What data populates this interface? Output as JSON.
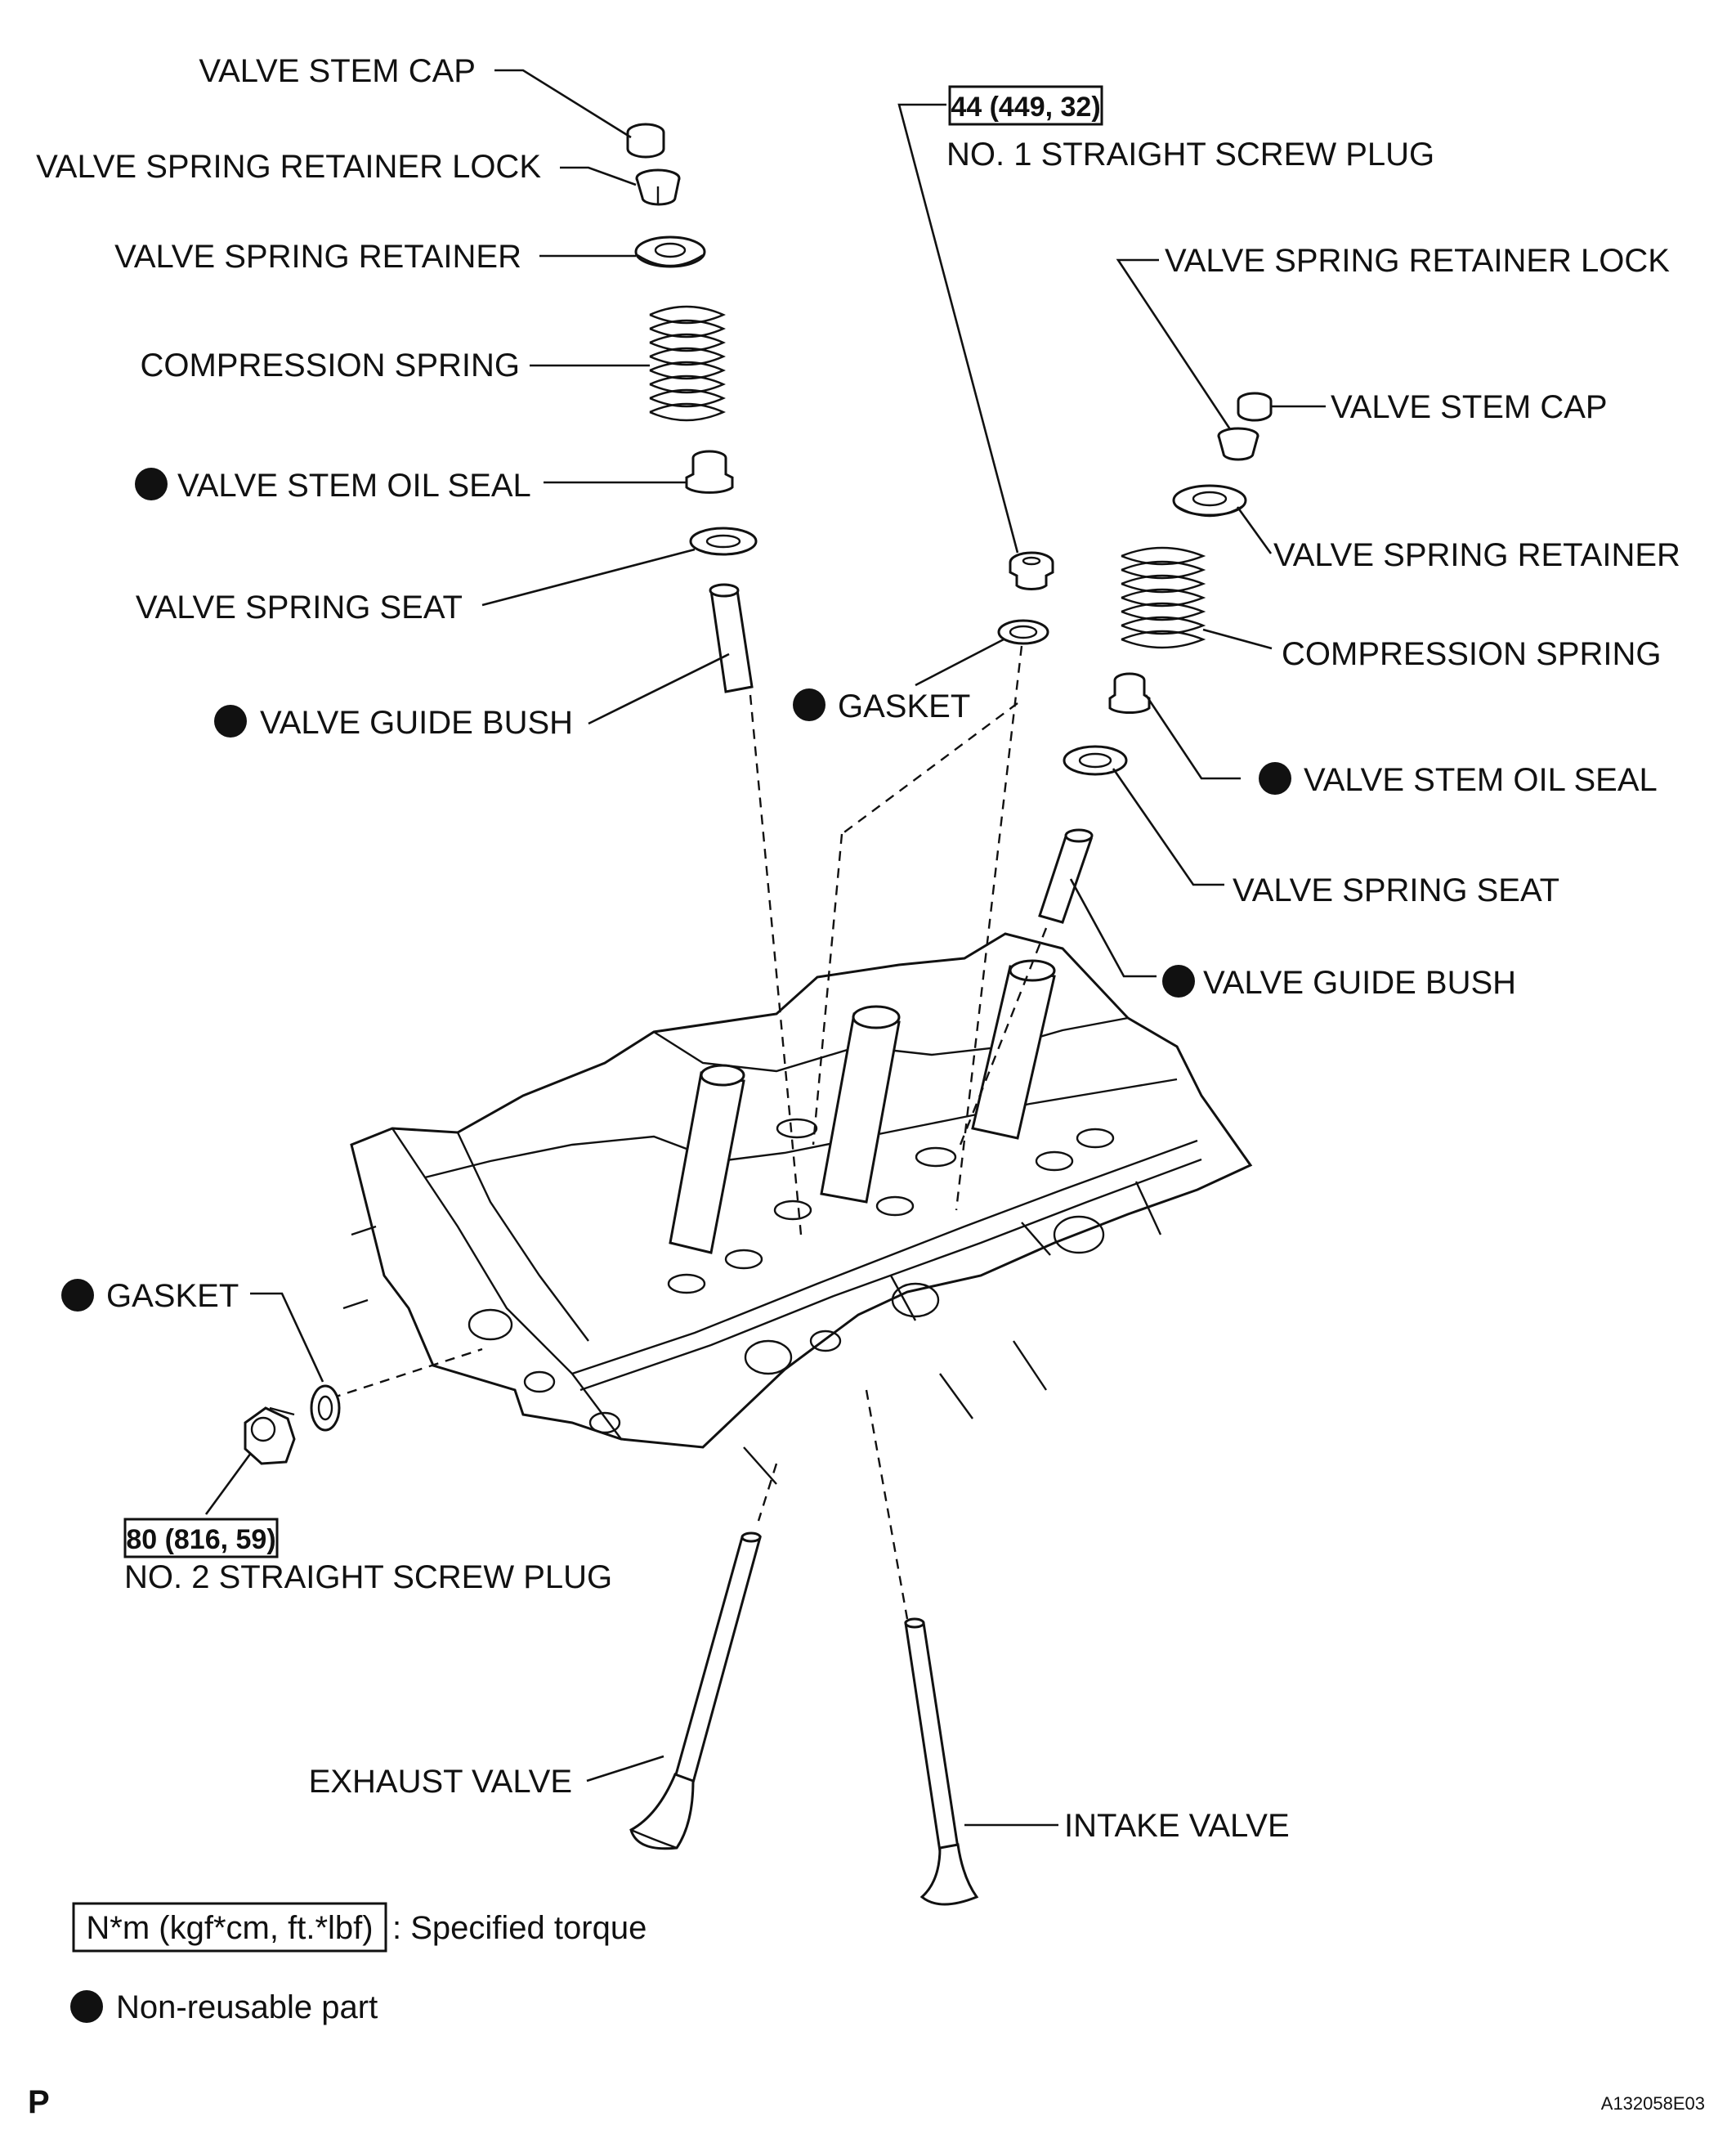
{
  "labels": {
    "l_stem_cap": "VALVE STEM CAP",
    "l_retainer_lock": "VALVE SPRING RETAINER LOCK",
    "l_retainer": "VALVE SPRING RETAINER",
    "l_comp_spring": "COMPRESSION SPRING",
    "l_oil_seal": "VALVE STEM OIL SEAL",
    "l_spring_seat": "VALVE SPRING SEAT",
    "l_guide_bush": "VALVE GUIDE BUSH",
    "l_gasket_mid": "GASKET",
    "l_gasket_left": "GASKET",
    "l_plug1": "NO. 1 STRAIGHT SCREW PLUG",
    "l_plug2": "NO. 2 STRAIGHT SCREW PLUG",
    "r_retainer_lock": "VALVE SPRING RETAINER LOCK",
    "r_stem_cap": "VALVE STEM CAP",
    "r_retainer": "VALVE SPRING RETAINER",
    "r_comp_spring": "COMPRESSION SPRING",
    "r_oil_seal": "VALVE STEM OIL SEAL",
    "r_spring_seat": "VALVE SPRING SEAT",
    "r_guide_bush": "VALVE GUIDE BUSH",
    "exhaust_valve": "EXHAUST VALVE",
    "intake_valve": "INTAKE VALVE"
  },
  "torques": {
    "plug1": "44 (449, 32)",
    "plug2": "80 (816, 59)"
  },
  "legend": {
    "torque_box": "N*m (kgf*cm, ft.*lbf)",
    "torque_desc": ": Specified torque",
    "nonreusable_desc": "Non-reusable part"
  },
  "footer": {
    "left": "P",
    "right": "A132058E03"
  }
}
